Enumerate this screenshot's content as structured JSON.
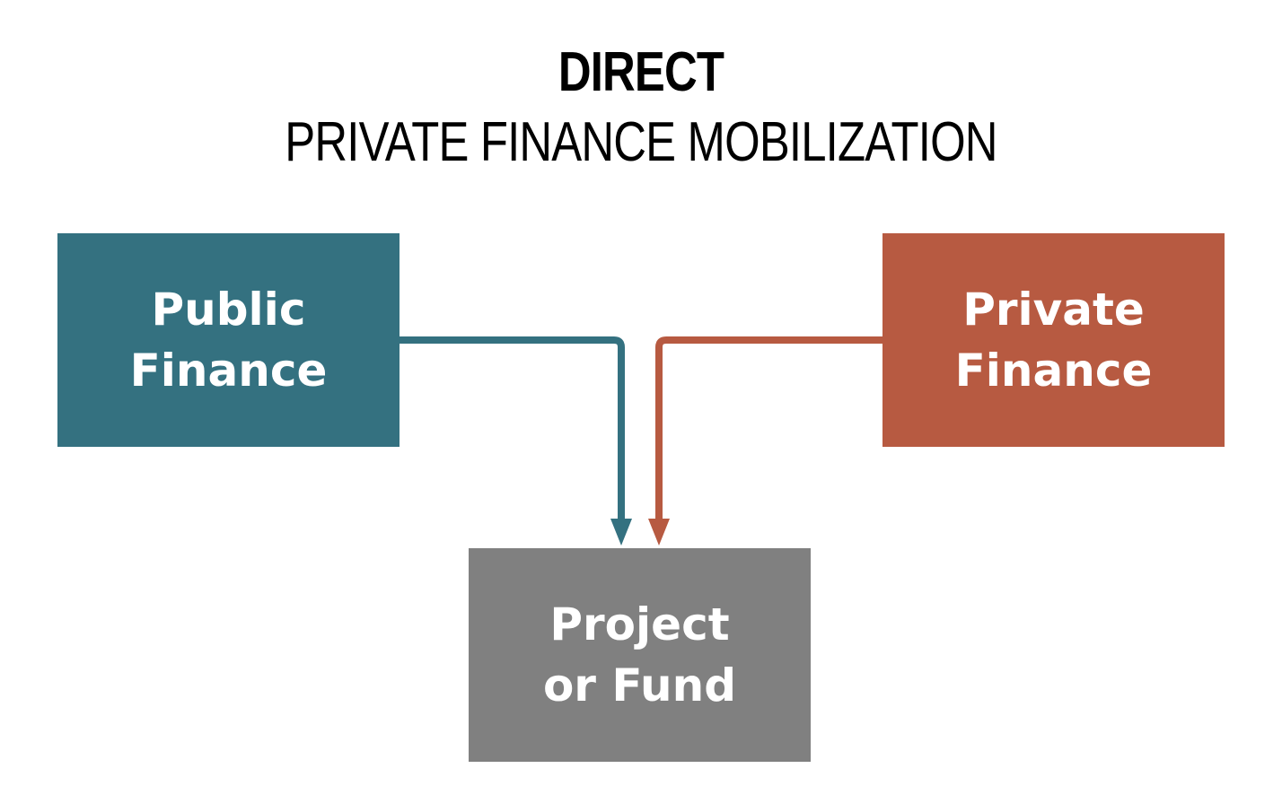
{
  "title": {
    "main": "DIRECT",
    "sub": "PRIVATE FINANCE MOBILIZATION"
  },
  "nodes": {
    "public": {
      "line1": "Public",
      "line2": "Finance",
      "color": "#347180"
    },
    "private": {
      "line1": "Private",
      "line2": "Finance",
      "color": "#B75A41"
    },
    "project": {
      "line1": "Project",
      "line2": "or Fund",
      "color": "#808080"
    }
  },
  "edges": [
    {
      "from": "public",
      "to": "project",
      "color": "#347180"
    },
    {
      "from": "private",
      "to": "project",
      "color": "#B75A41"
    }
  ]
}
